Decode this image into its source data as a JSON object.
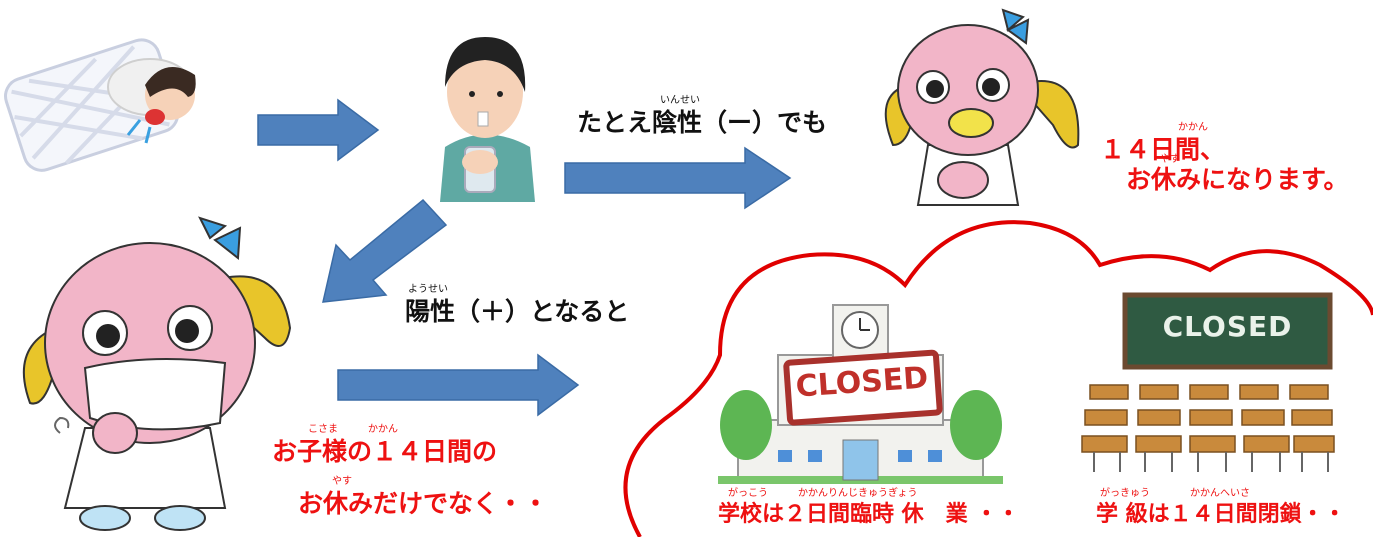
{
  "colors": {
    "arrow": "#4f81bd",
    "red_text": "#ee1111",
    "cloud": "#e00000",
    "character_pink": "#f2b5c8",
    "bow_blue": "#3a9ee0"
  },
  "steps": {
    "negative": {
      "ruby": "いんせい",
      "text": "たとえ陰性（ー）でも"
    },
    "positive": {
      "ruby": "ようせい",
      "text": "陽性（＋）となると"
    },
    "quarantine": {
      "ruby_1": "かかん",
      "line_1": "１４日間、",
      "ruby_2": "やす",
      "line_2": "お休みになります。"
    },
    "child_rest": {
      "ruby_1": "こさま　　　かかん",
      "line_1": "お子様の１４日間の",
      "ruby_2": "やす",
      "line_2": "お休みだけでなく・・"
    },
    "school_closure": {
      "ruby": "がっこう　　　かかんりんじきゅうぎょう",
      "text": "学校は２日間臨時 休　業 ・・"
    },
    "class_closure": {
      "ruby": "がっきゅう　　　　かかんへいさ",
      "text": "学 級は１４日間閉鎖・・"
    }
  },
  "signs": {
    "school_sign": "CLOSED",
    "blackboard_sign": "CLOSED"
  }
}
